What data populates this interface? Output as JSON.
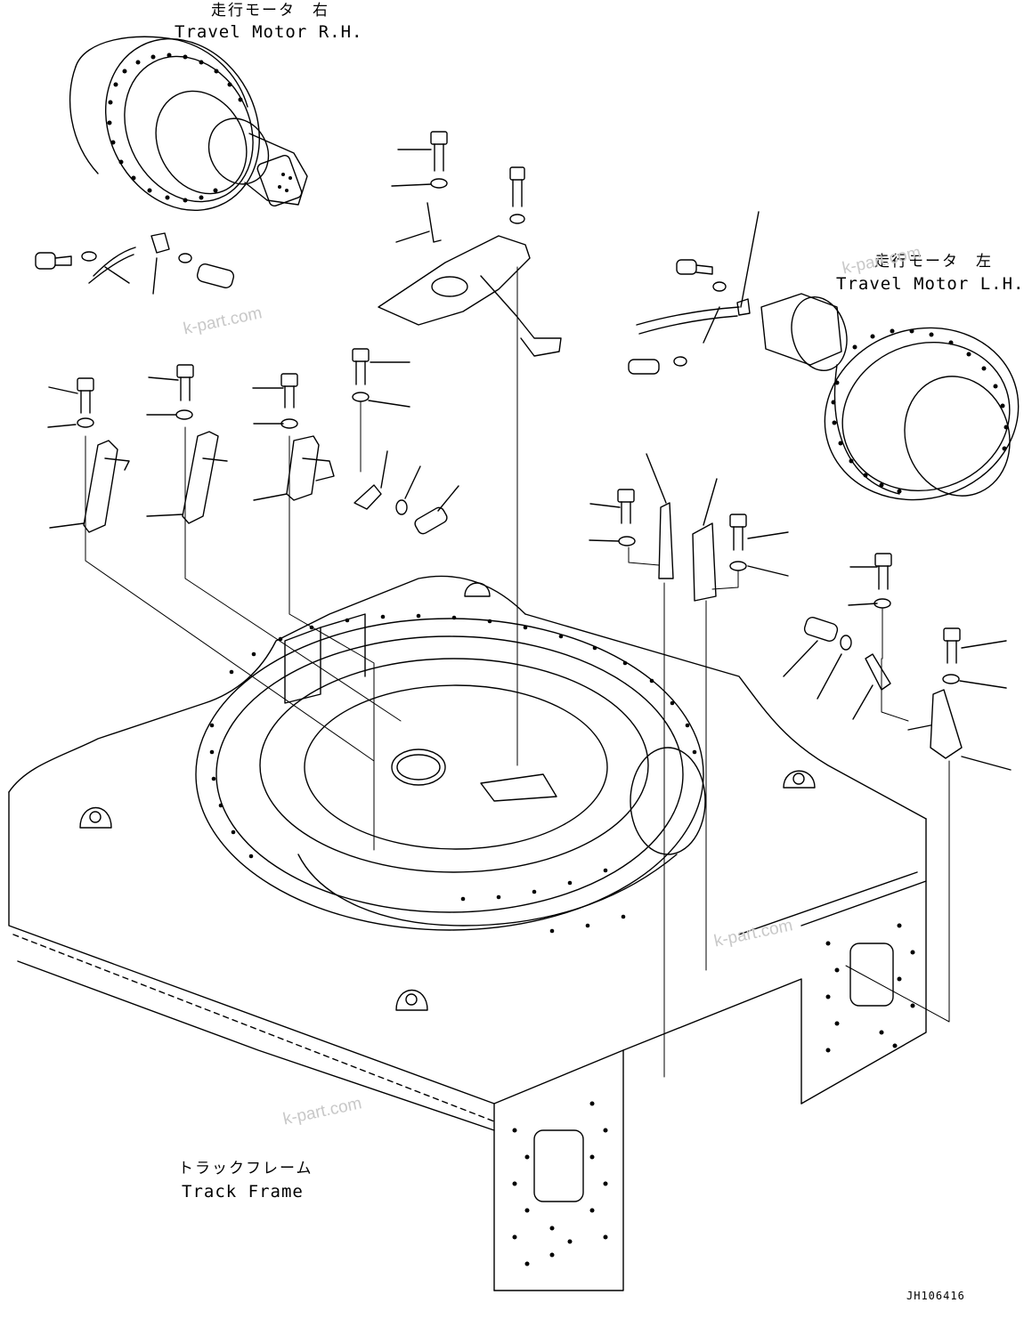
{
  "labels": {
    "travel_motor_rh_jp": "走行モータ　右",
    "travel_motor_rh_en": "Travel Motor R.H.",
    "travel_motor_lh_jp": "走行モータ　左",
    "travel_motor_lh_en": "Travel Motor L.H.",
    "track_frame_jp": "トラックフレーム",
    "track_frame_en": "Track Frame"
  },
  "watermarks": [
    "k-part.com",
    "k-part.com",
    "k-part.com",
    "k-part.com"
  ],
  "drawing_code": "JH106416",
  "colors": {
    "line": "#000000",
    "watermark": "#c8c8c8",
    "background": "#ffffff"
  }
}
